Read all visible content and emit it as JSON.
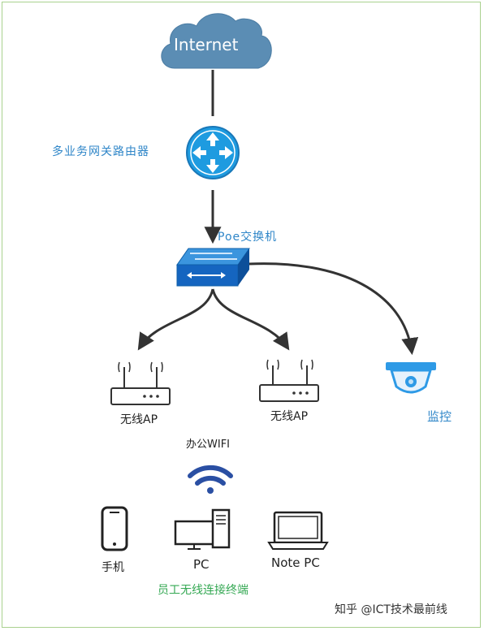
{
  "nodes": {
    "internet": "Internet",
    "router": "多业务网关路由器",
    "poe_switch": "Poe交换机",
    "ap_left": "无线AP",
    "ap_right": "无线AP",
    "camera": "监控",
    "office_wifi": "办公WIFI",
    "phone": "手机",
    "pc": "PC",
    "notebook": "Note PC",
    "terminals": "员工无线连接终端"
  },
  "watermark": "知乎 @ICT技术最前线",
  "colors": {
    "accent_blue": "#2f86c8",
    "cloud": "#5b8db4",
    "router_fill": "#1e9be0",
    "switch_fill": "#1976c9",
    "link_line": "#333333",
    "terminal_label": "#34a853",
    "wifi_icon": "#2a4fa3"
  }
}
